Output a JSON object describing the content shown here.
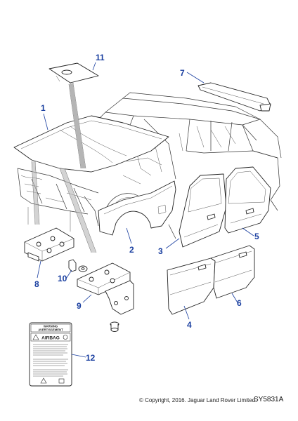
{
  "callouts": [
    {
      "id": "1",
      "text": "1"
    },
    {
      "id": "2",
      "text": "2"
    },
    {
      "id": "3",
      "text": "3"
    },
    {
      "id": "4",
      "text": "4"
    },
    {
      "id": "5",
      "text": "5"
    },
    {
      "id": "6",
      "text": "6"
    },
    {
      "id": "7",
      "text": "7"
    },
    {
      "id": "8",
      "text": "8"
    },
    {
      "id": "9",
      "text": "9"
    },
    {
      "id": "10",
      "text": "10"
    },
    {
      "id": "11",
      "text": "11"
    },
    {
      "id": "12",
      "text": "12"
    }
  ],
  "label": {
    "line1": "WARNING",
    "line2": "AVERTISSEMENT",
    "title": "AIRBAG"
  },
  "footer": {
    "copyright": "© Copyright, 2016. Jaguar Land Rover Limited.",
    "reference": "SY5831A"
  },
  "colors": {
    "callout": "#1a3fa0",
    "line": "#222222"
  }
}
